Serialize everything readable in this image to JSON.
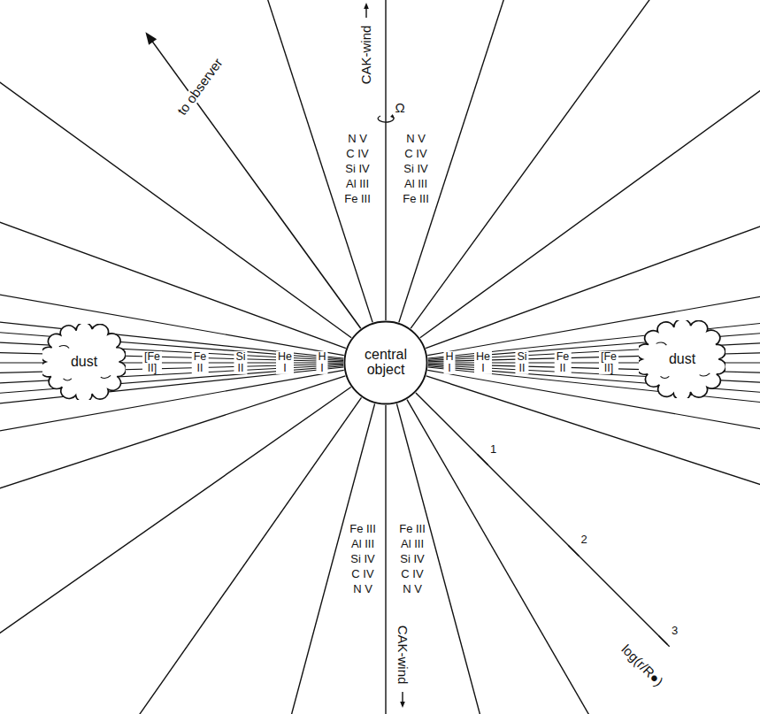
{
  "diagram": {
    "nodes": [
      {
        "text": [
          "dust"
        ]
      },
      {
        "text": [
          "central object"
        ]
      },
      {
        "text": [
          "dust"
        ]
      }
    ],
    "labels": [
      "to observer",
      "CAK-wind",
      "Ω",
      "N V",
      "C IV",
      "Si IV",
      "Al III",
      "Fe III",
      "N V",
      "C IV",
      "Si IV",
      "Al III",
      "Fe III",
      "[Fe II]",
      "Fe II",
      "Si II",
      "He I",
      "H I",
      "H I",
      "He I",
      "Si II",
      "Fe II",
      "[Fe II]",
      "Fe III",
      "Al III",
      "Si IV",
      "C IV",
      "N V",
      "Fe III",
      "Al III",
      "Si IV",
      "C IV",
      "N V",
      "CAK-wind",
      "1",
      "2",
      "3",
      "log(r/R●)"
    ]
  }
}
